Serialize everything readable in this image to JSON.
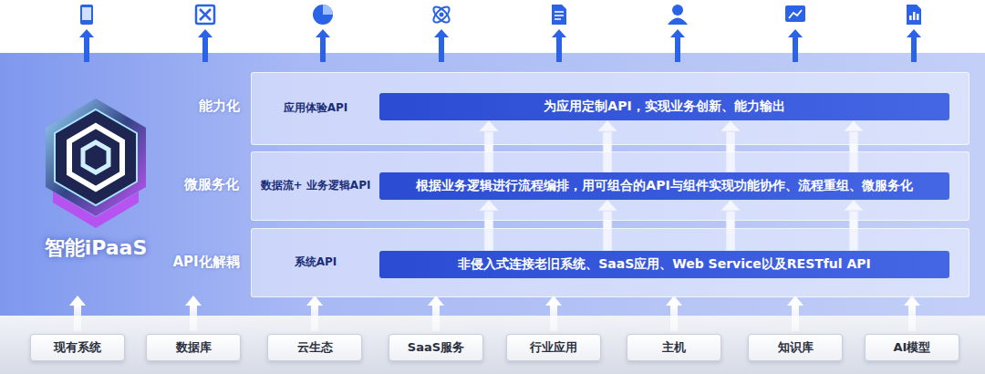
{
  "diagram": {
    "nodes": [
      {
        "text": [
          "应用体验API"
        ]
      },
      {
        "text": [
          "为应用定制API，实现业务创新、能力输出"
        ],
        "in": 0
      },
      {
        "text": [
          "数据流+ 业务逻辑API"
        ]
      },
      {
        "text": [
          "根据业务逻辑进行流程编排，用可组合的API与组件实现功能协作、流程重组、微服务化"
        ],
        "in": 2
      },
      {
        "text": [
          "系统API"
        ]
      },
      {
        "text": [
          "非侵入式连接老旧系统、SaaS应用、Web Service以及RESTful API"
        ],
        "in": 4
      },
      {
        "text": [
          "现有系统"
        ]
      },
      {
        "text": [
          "数据库"
        ]
      },
      {
        "text": [
          "云生态"
        ]
      },
      {
        "text": [
          "SaaS服务"
        ]
      },
      {
        "text": [
          "行业应用"
        ]
      },
      {
        "text": [
          "主机"
        ]
      },
      {
        "text": [
          "知识库"
        ]
      },
      {
        "text": [
          "AI模型"
        ]
      }
    ],
    "edges": [
      {
        "from": 3,
        "to": 1,
        "arrow": "to"
      },
      {
        "from": 3,
        "to": 1,
        "arrow": "to"
      },
      {
        "from": 3,
        "to": 1,
        "arrow": "to"
      },
      {
        "from": 3,
        "to": 1,
        "arrow": "to"
      },
      {
        "from": 5,
        "to": 3,
        "arrow": "to"
      },
      {
        "from": 5,
        "to": 3,
        "arrow": "to"
      },
      {
        "from": 5,
        "to": 3,
        "arrow": "to"
      },
      {
        "from": 5,
        "to": 3,
        "arrow": "to"
      }
    ],
    "labels": [
      "智能iPaaS",
      "能力化",
      "微服务化",
      "API化解耦"
    ]
  }
}
